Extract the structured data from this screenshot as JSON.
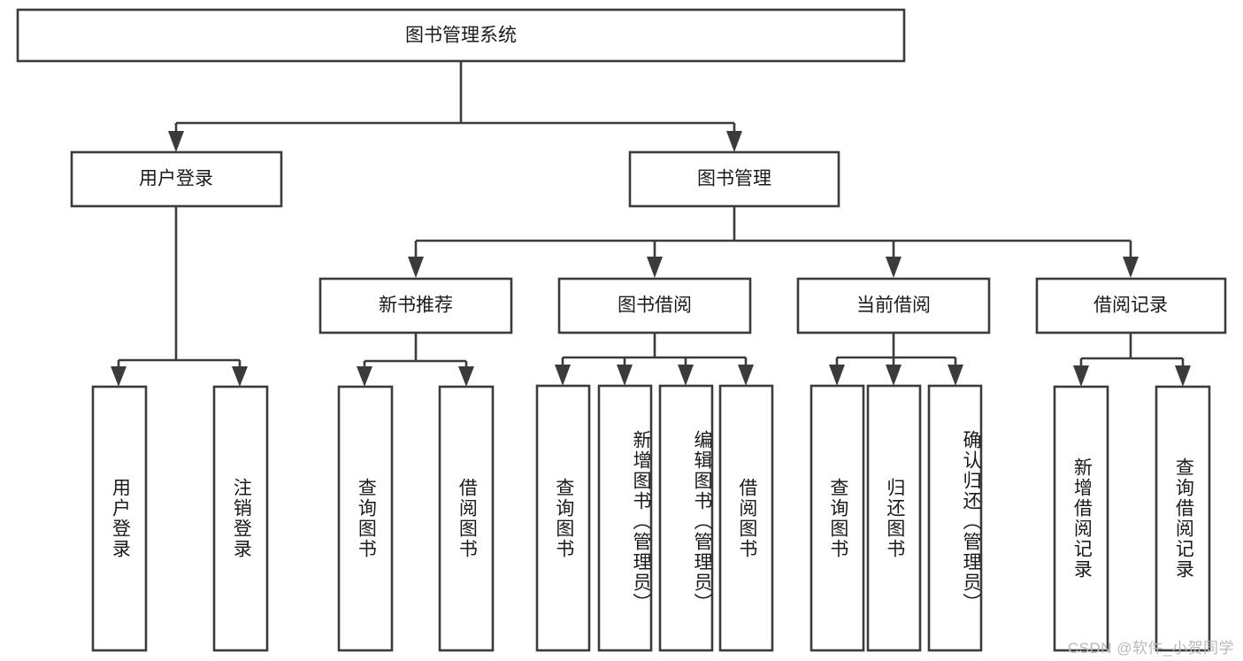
{
  "diagram": {
    "type": "hierarchy-tree",
    "title": "图书管理系统",
    "root": {
      "id": "root",
      "label": "图书管理系统",
      "orientation": "horizontal"
    },
    "level2": [
      {
        "id": "user-login",
        "label": "用户登录",
        "orientation": "horizontal"
      },
      {
        "id": "book-manage",
        "label": "图书管理",
        "orientation": "horizontal"
      }
    ],
    "level3": [
      {
        "id": "new-book-recommend",
        "label": "新书推荐",
        "orientation": "horizontal",
        "parent": "book-manage"
      },
      {
        "id": "book-borrow",
        "label": "图书借阅",
        "orientation": "horizontal",
        "parent": "book-manage"
      },
      {
        "id": "current-borrow",
        "label": "当前借阅",
        "orientation": "horizontal",
        "parent": "book-manage"
      },
      {
        "id": "borrow-record",
        "label": "借阅记录",
        "orientation": "horizontal",
        "parent": "book-manage"
      }
    ],
    "leaves": [
      {
        "id": "leaf-user-login",
        "label": "用户登录",
        "parent": "user-login",
        "orientation": "vertical"
      },
      {
        "id": "leaf-logout-login",
        "label": "注销登录",
        "parent": "user-login",
        "orientation": "vertical"
      },
      {
        "id": "leaf-query-book-1",
        "label": "查询图书",
        "parent": "new-book-recommend",
        "orientation": "vertical"
      },
      {
        "id": "leaf-borrow-book-1",
        "label": "借阅图书",
        "parent": "new-book-recommend",
        "orientation": "vertical"
      },
      {
        "id": "leaf-query-book-2",
        "label": "查询图书",
        "parent": "book-borrow",
        "orientation": "vertical"
      },
      {
        "id": "leaf-add-book",
        "label": "新增图书（管理员）",
        "parent": "book-borrow",
        "orientation": "vertical"
      },
      {
        "id": "leaf-edit-book",
        "label": "编辑图书（管理员）",
        "parent": "book-borrow",
        "orientation": "vertical"
      },
      {
        "id": "leaf-borrow-book-2",
        "label": "借阅图书",
        "parent": "book-borrow",
        "orientation": "vertical"
      },
      {
        "id": "leaf-query-book-3",
        "label": "查询图书",
        "parent": "current-borrow",
        "orientation": "vertical"
      },
      {
        "id": "leaf-return-book",
        "label": "归还图书",
        "parent": "current-borrow",
        "orientation": "vertical"
      },
      {
        "id": "leaf-confirm-return",
        "label": "确认归还（管理员）",
        "parent": "current-borrow",
        "orientation": "vertical"
      },
      {
        "id": "leaf-add-record",
        "label": "新增借阅记录",
        "parent": "borrow-record",
        "orientation": "vertical"
      },
      {
        "id": "leaf-query-record",
        "label": "查询借阅记录",
        "parent": "borrow-record",
        "orientation": "vertical"
      }
    ],
    "colors": {
      "stroke": "#3b3b3b",
      "fill": "#ffffff",
      "text": "#1a1a1a",
      "watermark": "#b9b9b9"
    }
  },
  "watermark": {
    "text": "CSDN @软件_小贺同学"
  }
}
